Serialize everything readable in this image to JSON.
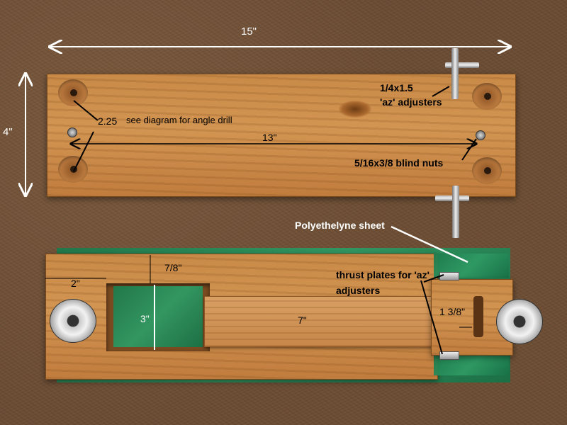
{
  "annotations": {
    "overall_length": "15\"",
    "width": "4\"",
    "hole_spacing": "13\"",
    "hole_offset": "2.25",
    "angle_drill_note": "see diagram for angle drill",
    "adjusters_line1": "1/4x1.5",
    "adjusters_line2": "'az' adjusters",
    "blind_nuts": "5/16x3/8 blind nuts",
    "polyethylene": "Polyethelyne sheet",
    "thrust_plates_line1": "thrust plates for 'az'",
    "thrust_plates_line2": "adjusters",
    "block_width": "2\"",
    "rail_width": "7/8\"",
    "sheet_width": "3\"",
    "slot_length": "7\"",
    "slider_width": "1 3/8\""
  },
  "colors": {
    "wood": "#c98a48",
    "carpet": "#6b4c34",
    "polyethylene": "#2f9a64",
    "annotation_white": "#ffffff",
    "annotation_black": "#000000"
  }
}
